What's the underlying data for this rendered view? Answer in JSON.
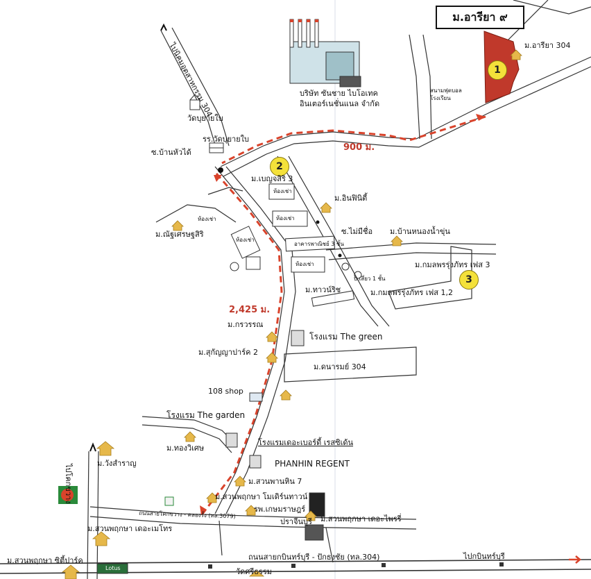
{
  "title": "ม.อารียา ๙",
  "markers": [
    "1",
    "2",
    "3"
  ],
  "distances": {
    "d1": "900 ม.",
    "d2": "2,425 ม."
  },
  "labels": {
    "road_udon": "ไปนิคมอุตสาหกรรม 304",
    "wat_yaibai": "วัดบุยายใบ",
    "school_yaibai": "รร.วัดบุยายใบ",
    "soi_banhuadai": "ซ.บ้านหัวได้",
    "factory": "บริษัท ซันชาย ไบโอเทค\nอินเตอร์เนชั่นแนล จำกัด",
    "ariya304": "ม.อารียา 304",
    "stadium": "สนามฟุตบอล\nโรงเรียน",
    "benjasiri3": "ม.เบญจสิริ 3",
    "infinity": "ม.อินฟินิตี้",
    "soi_nameless": "ซ.ไม่มีชื่อ",
    "ban_nongnamkhun": "ม.บ้านหนองน้ำขุ่น",
    "chayasetsiri": "ม.ณัฐเศรษฐสิริ",
    "rent1": "ห้องเช่า",
    "rent2": "ห้องเช่า",
    "rent3": "ห้องเช่า",
    "rent4": "ห้องเช่า",
    "rent5": "ห้องเช่า",
    "commercial": "อาคารพาณิชย์ 3 ชั้น",
    "kamolphon3": "ม.กมลพรรุ่งภัทร เฟส 3",
    "kamolphon12": "ม.กมลพรรุ่งภัทร เฟส 1,2",
    "bansao": "บ.เสี่ยว 1 ชั้น",
    "thawasit": "ม.ทาวน์ริช",
    "kornwarin": "ม.กรวรรณ",
    "hotel_green": "โรงแรม The green",
    "sukanya2": "ม.สุกัญญาปาร์ค 2",
    "daranrom304": "ม.ดนารมย์ 304",
    "shop108": "108 shop",
    "hotel_garden": "โรงแรม The garden",
    "hotel_residence": "โรงแรมเดอะเบอร์ดี้ เรสซิเด้น",
    "thongwiset": "ม.ทองวิเศษ",
    "phanhin": "PHANHIN REGENT",
    "wangsamran": "ม.วังสำราญ",
    "suanphanhin7": "ม.สวนพานหิน 7",
    "modern_town": "ม.สวนพฤกษา โมเดิร์นทาวน์",
    "kasemrat": "รพ.เกษมราษฎร์",
    "prachinburi": "ปราจีนบุรี",
    "road_bangkla": "ถนนสายโคกขวาง - คลองรั้ง (ทล.3079)",
    "road_koksawang": "ไปโคกขวาง",
    "suanpruk_mei": "ม.สวนพฤกษา เดอะเมโทร",
    "suanpruk_pray": "ม.สวนพฤกษา เดอะไพรรี่",
    "suanpruk_city": "ม.สวนพฤกษา ซิตี้ปาร์ค",
    "road_main": "ถนนสายกบินทร์บุรี - ปักธงชัย (ทล.304)",
    "to_kabin": "ไปกบินทร์บุรี",
    "wat_bottom": "วัดศรีธรรม",
    "lotus": "Lotus"
  },
  "colors": {
    "route": "#d9432b",
    "property": "#c0392b",
    "marker": "#f4e13a",
    "house": "#e6b84a"
  }
}
